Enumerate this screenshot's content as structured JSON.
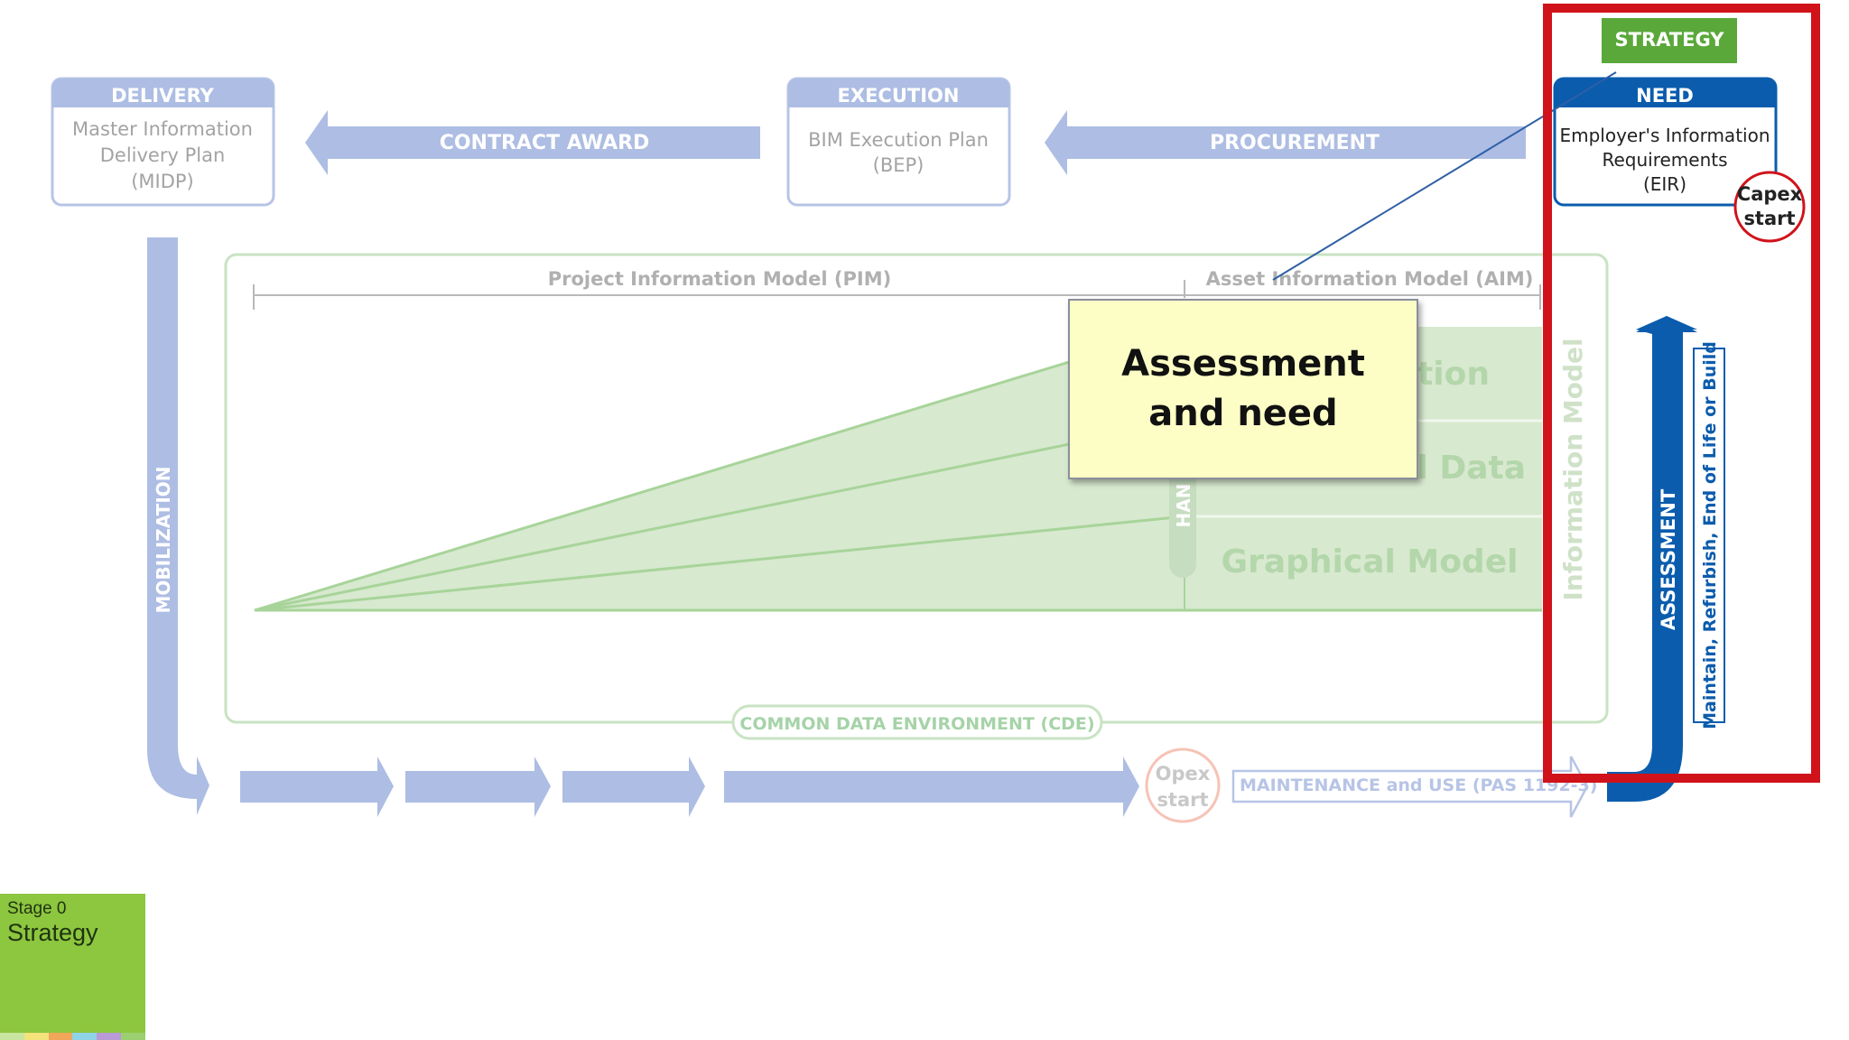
{
  "boxes": {
    "delivery": {
      "title": "DELIVERY",
      "line1": "Master Information",
      "line2": "Delivery Plan",
      "line3": "(MIDP)"
    },
    "execution": {
      "title": "EXECUTION",
      "line1": "BIM Execution Plan",
      "line2": "(BEP)"
    },
    "strategy": {
      "title": "STRATEGY"
    },
    "need": {
      "title": "NEED",
      "line1": "Employer's Information",
      "line2": "Requirements",
      "line3": "(EIR)"
    }
  },
  "arrows": {
    "contract_award": "CONTRACT AWARD",
    "procurement": "PROCUREMENT",
    "mobilization": "MOBILIZATION",
    "assessment": "ASSESSMENT",
    "maintenance": "MAINTENANCE and USE (PAS 1192-3)"
  },
  "models": {
    "pim": "Project Information Model (PIM)",
    "aim": "Asset Information Model (AIM)",
    "information_fragment": "ation",
    "data_fragment": "al Data",
    "graphical": "Graphical Model",
    "handover_fragment": "HAN",
    "information_model": "Information Model",
    "cde": "COMMON DATA ENVIRONMENT (CDE)"
  },
  "badges": {
    "capex_line1": "Capex",
    "capex_line2": "start",
    "opex_line1": "Opex",
    "opex_line2": "start"
  },
  "maintain_label": "Maintain, Refurbish, End of Life or Build",
  "callout": "Assessment and need",
  "stage": {
    "number": "Stage 0",
    "name": "Strategy"
  },
  "colors": {
    "faded_blue": "#adbde3",
    "blue": "#0b5cad",
    "green": "#5aa83a",
    "highlight_red": "#d0131a",
    "callout_fill": "#fdfdc6",
    "stage_tile": "#8dc63f"
  }
}
